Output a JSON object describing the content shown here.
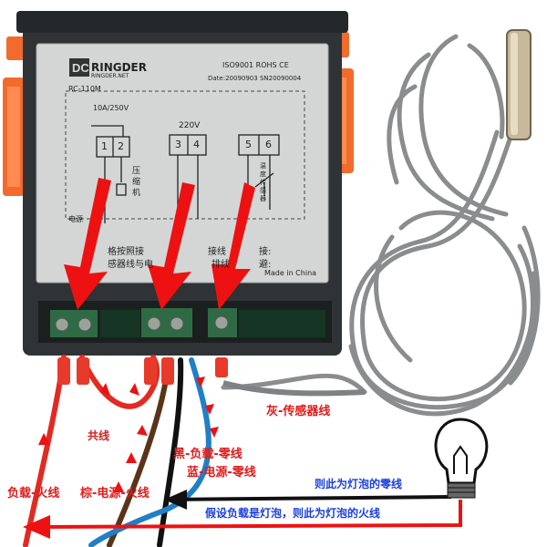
{
  "device": {
    "brand": "RINGDER",
    "brand_sub": "RINGDER.NET",
    "model": "RC-110M",
    "certs": "ISO9001  ROHS  CE",
    "date_sn": "Date:20090903  SN20090004",
    "rating": "10A/250V",
    "voltage": "220V",
    "terminals": [
      "1",
      "2",
      "3",
      "4",
      "5",
      "6"
    ],
    "compressor_label": "压缩机",
    "sensor_label": "温度传感器",
    "note_power": "电源",
    "note_line1": "格按照接",
    "note_line1b": "接线",
    "note_line1c": "接:",
    "note_line2": "感器线与电",
    "note_line2b": "排线",
    "note_line2c": "避:",
    "made_in": "Made in China"
  },
  "annotations": {
    "common_wire": "共线",
    "load_live": "负载-火线",
    "brown_power_live": "棕-电源-火线",
    "black_load_neutral": "黑-负载-零线",
    "blue_power_neutral": "蓝-电源-零线",
    "gray_sensor_wire": "灰-传感器线",
    "bulb_neutral": "则此为灯泡的零线",
    "bulb_live": "假设负载是灯泡，则此为灯泡的火线"
  },
  "colors": {
    "arrow_red": "#ee1111",
    "text_red": "#e11a1a",
    "text_blue": "#1a3fe0",
    "body_dark": "#2f3336",
    "label_panel": "#d4d6d6",
    "clip_orange": "#f26a2c",
    "terminal_green": "#2e6b45",
    "sensor_cable": "#8a8c8d"
  }
}
